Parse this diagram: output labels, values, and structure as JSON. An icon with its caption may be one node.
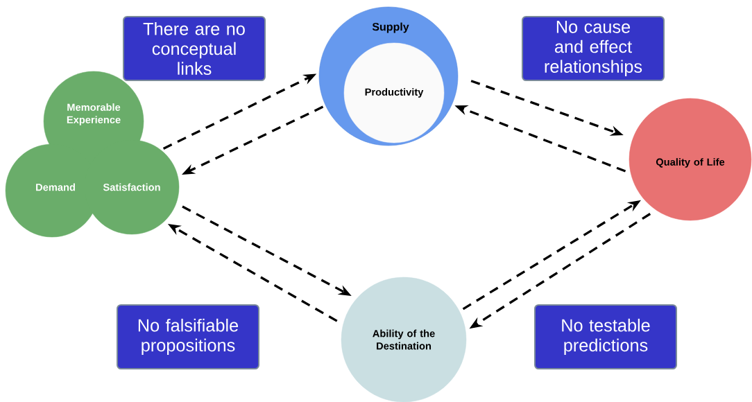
{
  "diagram": {
    "nodes": [
      {
        "text": [
          "Supply"
        ]
      },
      {
        "text": [
          "Productivity"
        ],
        "in": 0
      },
      {
        "text": [
          "Memorable Experience"
        ]
      },
      {
        "text": [
          "Demand"
        ]
      },
      {
        "text": [
          "Satisfaction"
        ]
      },
      {
        "text": [
          "Quality of Life"
        ]
      },
      {
        "text": [
          "Ability of the Destination"
        ]
      },
      {
        "text": [
          "There are no conceptual links"
        ]
      },
      {
        "text": [
          "No cause and effect relationships"
        ]
      },
      {
        "text": [
          "No falsifiable propositions"
        ]
      },
      {
        "text": [
          "No testable predictions"
        ]
      }
    ],
    "edges": [
      {
        "from": 4,
        "to": 0,
        "arrow": "to",
        "style": "dashed"
      },
      {
        "from": 0,
        "to": 4,
        "arrow": "to",
        "style": "dashed"
      },
      {
        "from": 0,
        "to": 5,
        "arrow": "to",
        "style": "dashed"
      },
      {
        "from": 5,
        "to": 0,
        "arrow": "to",
        "style": "dashed"
      },
      {
        "from": 4,
        "to": 6,
        "arrow": "to",
        "style": "dashed"
      },
      {
        "from": 6,
        "to": 4,
        "arrow": "to",
        "style": "dashed"
      },
      {
        "from": 6,
        "to": 5,
        "arrow": "to",
        "style": "dashed"
      },
      {
        "from": 5,
        "to": 6,
        "arrow": "to",
        "style": "dashed"
      }
    ]
  }
}
